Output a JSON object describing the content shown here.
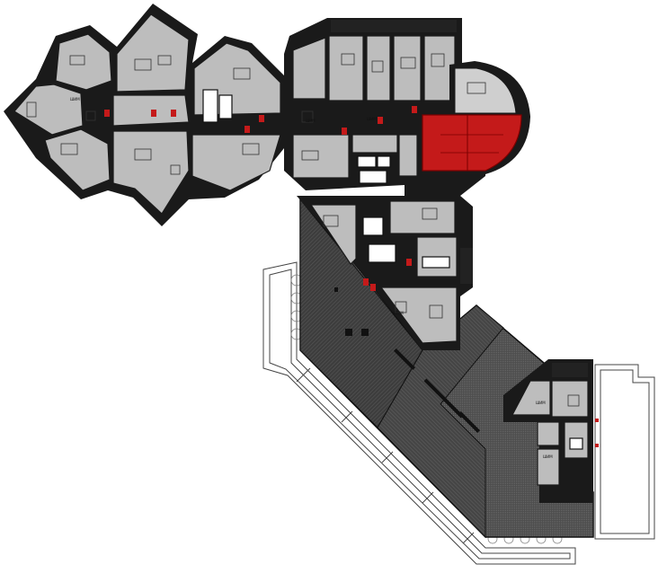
{
  "plan": {
    "room_labels": [
      "ШИМ",
      "ШИМ",
      "ШИМ",
      "ШИМ",
      "ШИМ",
      "ШИМ"
    ],
    "colors": {
      "highlight": "#c41a1a",
      "wall": "#1a1a1a",
      "room": "#bdbdbd",
      "terrace": "#3a3a3a",
      "background": "#ffffff"
    }
  }
}
